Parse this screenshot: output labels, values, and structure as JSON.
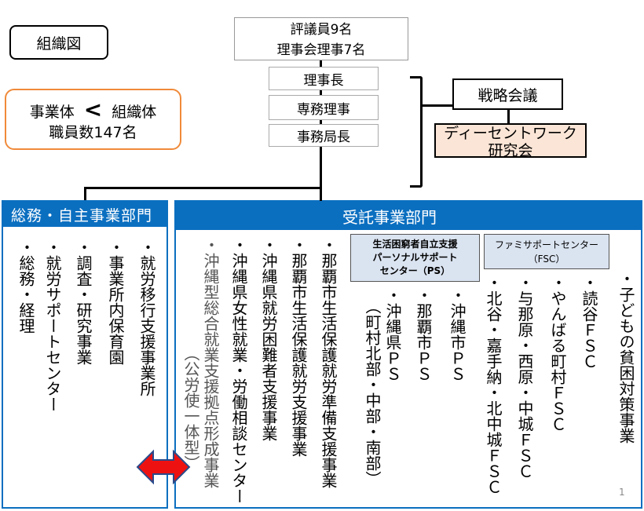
{
  "title_box": "組織図",
  "summary": {
    "left": "事業体",
    "symbol": "<",
    "right": "組織体",
    "staff": "職員数147名"
  },
  "governance": {
    "council": "評議員9名",
    "board": "理事会理事7名",
    "chairman": "理事長",
    "executive_director": "専務理事",
    "secretary_general": "事務局長"
  },
  "strategy": {
    "meeting": "戦略会議",
    "study_group_line1": "ディーセントワーク",
    "study_group_line2": "研究会"
  },
  "left_dept": {
    "title": "総務・自主事業部門",
    "items": [
      "・就労移行支援事業所",
      "・事業所内保育園",
      "・調査・研究事業",
      "・就労サポートセンター",
      "・総務・経理"
    ]
  },
  "right_dept": {
    "title": "受託事業部門",
    "items": [
      "・那覇市生活保護就労準備支援事業",
      "・那覇市生活保護就労支援事業",
      "・沖縄県就労困難者支援事業",
      "・沖縄県女性就業・労働相談センター",
      "・沖縄型総合就業支援拠点形成事業",
      "（公労使一体型）"
    ],
    "ps_box": {
      "line1": "生活困窮者自立支援",
      "line2": "パーソナルサポート",
      "line3": "センター（PS）"
    },
    "ps_items": [
      "・沖縄市ＰＳ",
      "・那覇市ＰＳ",
      "・沖縄県ＰＳ",
      "（町村北部・中部・南部）"
    ],
    "fsc_box": {
      "line1": "ファミサポートセンター",
      "line2": "（FSC）"
    },
    "fsc_items": [
      "・北谷・嘉手納・北中城ＦＳＣ",
      "・与那原・西原・中城ＦＳＣ",
      "・やんばる町村ＦＳＣ",
      "・読谷ＦＳＣ"
    ],
    "other_items": [
      "・子どもの貧困対策事業"
    ]
  },
  "page_number": "1",
  "colors": {
    "blue": "#0b6fc0",
    "orange": "#f08a3a",
    "peach": "#fbe5d6",
    "lightblue": "#dae3f0",
    "arrow": "#ee1111"
  }
}
